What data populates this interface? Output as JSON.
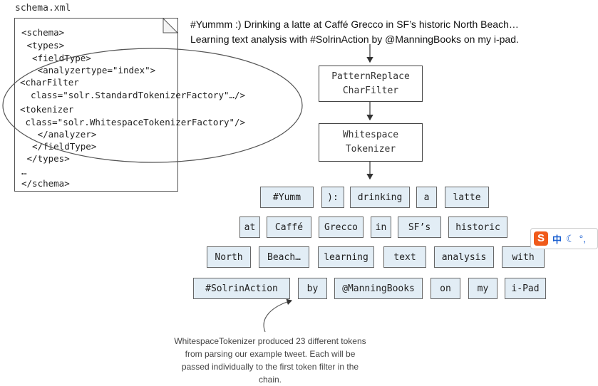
{
  "schema_file": {
    "label": "schema.xml",
    "lines": [
      "<schema>",
      " <types>",
      "  <fieldType>",
      "   <analyzertype=\"index\">",
      "<charFilter",
      "  class=\"solr.StandardTokenizerFactory\"…/>",
      "<tokenizer",
      " class=\"solr.WhitespaceTokenizerFactory\"/>",
      "   </analyzer>",
      "  </fieldType>",
      " </types>",
      "…",
      "</schema>"
    ]
  },
  "tweet": {
    "line1": "#Yummm :) Drinking a latte at Caffé Grecco in SF’s historic North Beach…",
    "line2": "Learning text analysis with #SolrinAction by @ManningBooks on my i-pad."
  },
  "stages": [
    {
      "line1": "PatternReplace",
      "line2": "CharFilter"
    },
    {
      "line1": "Whitespace",
      "line2": "Tokenizer"
    }
  ],
  "tokens": [
    [
      "#Yumm",
      "):",
      "drinking",
      "a",
      "latte"
    ],
    [
      "at",
      "Caffé",
      "Grecco",
      "in",
      "SF’s",
      "historic"
    ],
    [
      "North",
      "Beach…",
      "learning",
      "text",
      "analysis",
      "with"
    ],
    [
      "#SolrinAction",
      "by",
      "@ManningBooks",
      "on",
      "my",
      "i-Pad"
    ]
  ],
  "caption": "WhitespaceTokenizer produced 23 different tokens from parsing our example tweet. Each will be passed individually to the first token filter in the chain.",
  "ime_toolbar": {
    "logo": "S",
    "lang": "中"
  },
  "colors": {
    "token_fill": "#e2edf5",
    "token_border": "#666666",
    "ime_brand": "#f05a1a"
  }
}
